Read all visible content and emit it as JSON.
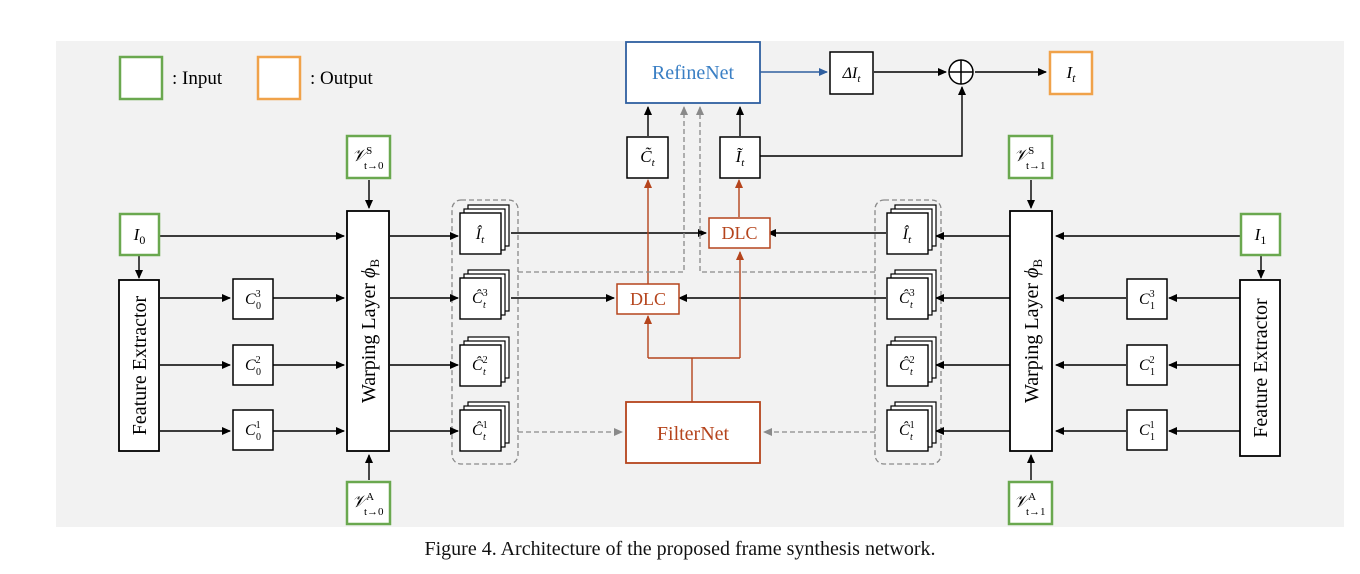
{
  "legend": {
    "input_label": ": Input",
    "output_label": ": Output"
  },
  "blocks": {
    "refinenet": "RefineNet",
    "filternet": "FilterNet",
    "dlc": "DLC",
    "feature_extractor": "Feature Extractor",
    "warping_layer": "Warping Layer ",
    "phi": "ϕ",
    "phi_sub": "B"
  },
  "inputs": {
    "i0": {
      "base": "I",
      "sub": "0"
    },
    "i1": {
      "base": "I",
      "sub": "1"
    },
    "vs0": {
      "base": "𝒱",
      "sup": "S",
      "sub": "t→0"
    },
    "vs1": {
      "base": "𝒱",
      "sup": "S",
      "sub": "t→1"
    },
    "va0": {
      "base": "𝒱",
      "sup": "A",
      "sub": "t→0"
    },
    "va1": {
      "base": "𝒱",
      "sup": "A",
      "sub": "t→1"
    }
  },
  "features_left": [
    {
      "base": "C",
      "sup": "3",
      "sub": "0"
    },
    {
      "base": "C",
      "sup": "2",
      "sub": "0"
    },
    {
      "base": "C",
      "sup": "1",
      "sub": "0"
    }
  ],
  "features_right": [
    {
      "base": "C",
      "sup": "3",
      "sub": "1"
    },
    {
      "base": "C",
      "sup": "2",
      "sub": "1"
    },
    {
      "base": "C",
      "sup": "1",
      "sub": "1"
    }
  ],
  "warped": [
    {
      "base": "Î",
      "sub": "t"
    },
    {
      "base": "Ĉ",
      "sup": "3",
      "sub": "t"
    },
    {
      "base": "Ĉ",
      "sup": "2",
      "sub": "t"
    },
    {
      "base": "Ĉ",
      "sup": "1",
      "sub": "t"
    }
  ],
  "intermediate": {
    "c_tilde": {
      "base": "C̃",
      "sub": "t"
    },
    "i_tilde": {
      "base": "Ĩ",
      "sub": "t"
    },
    "delta": {
      "base": "ΔI",
      "sub": "t"
    },
    "output": {
      "base": "I",
      "sub": "t"
    }
  },
  "caption": "Figure 4. Architecture of the proposed frame synthesis network.",
  "colors": {
    "input_border": "#6aa84f",
    "output_border": "#f0a24a",
    "refine_border": "#2f5fa0",
    "refine_text": "#3a7fc4",
    "filter_color": "#b5441c",
    "panel_bg": "#f2f2f2",
    "dash_gray": "#8a8a8a"
  }
}
